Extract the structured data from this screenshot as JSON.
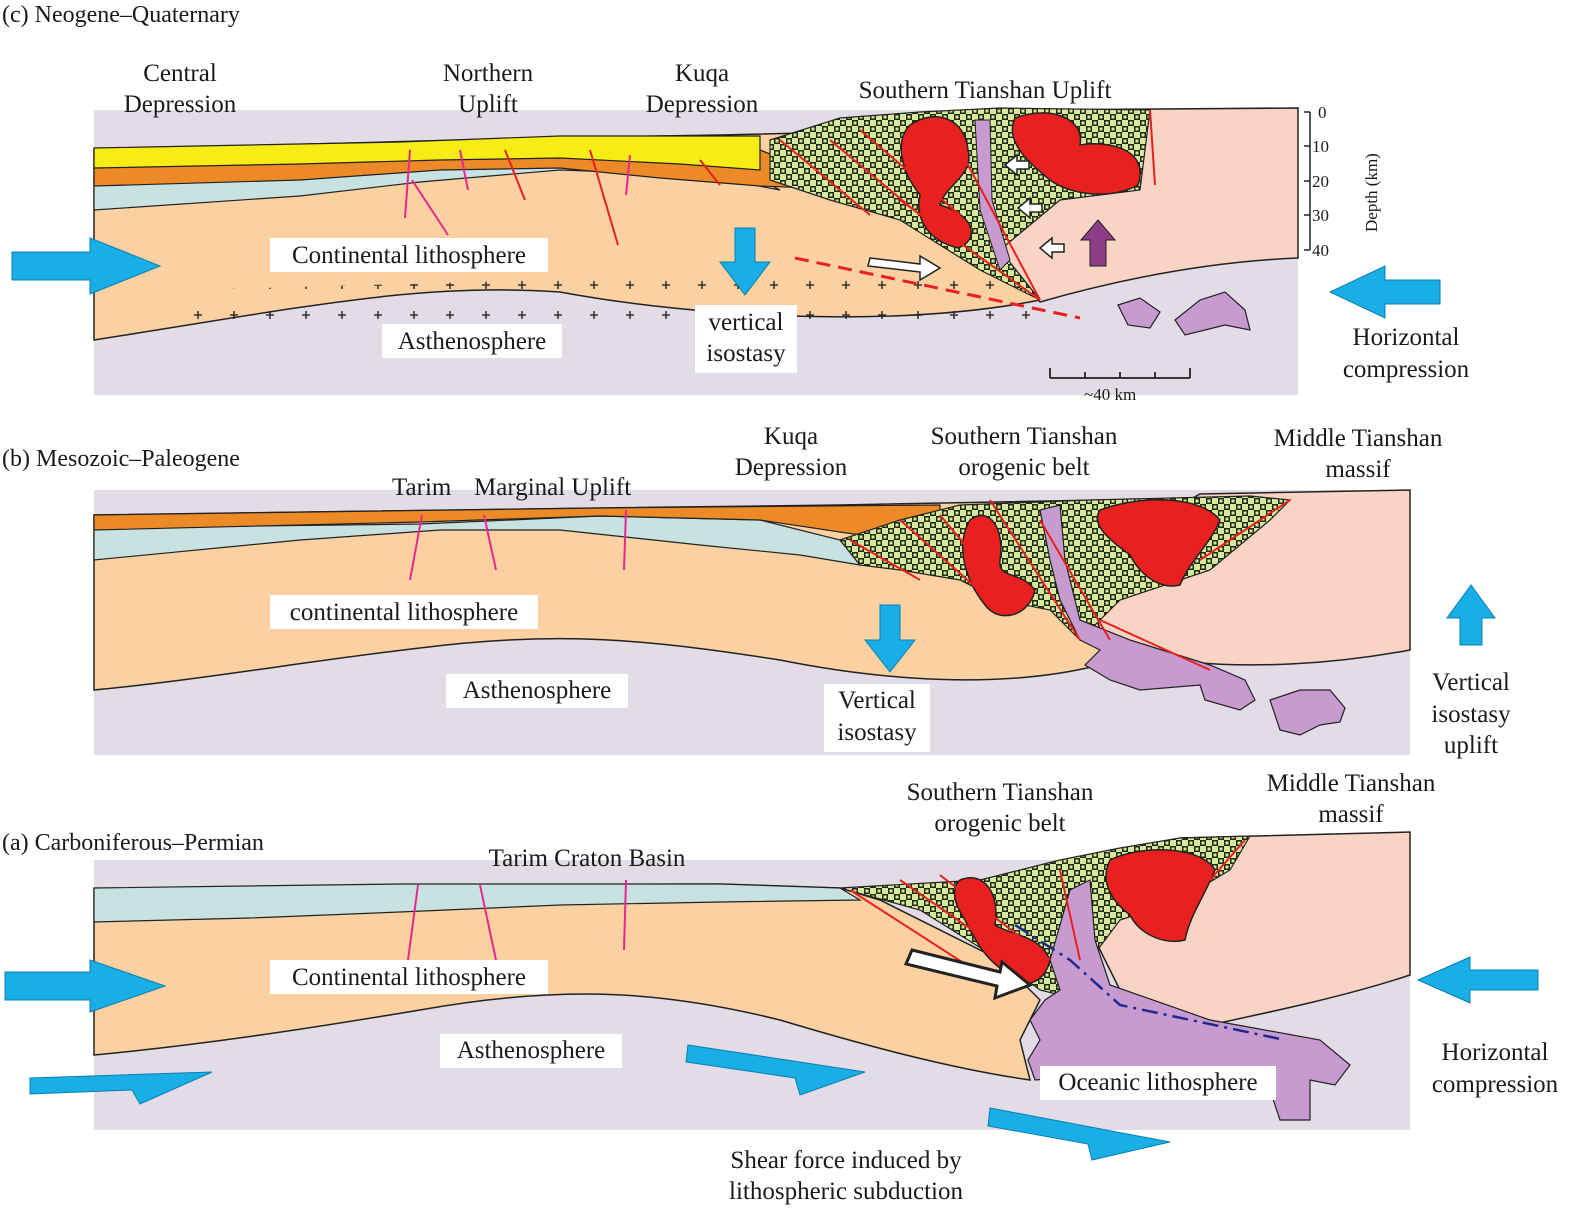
{
  "colors": {
    "sediment_yellow": "#f7ec16",
    "sediment_orange": "#ec8a28",
    "sediment_blue": "#c8e2e2",
    "continental_lithosphere": "#fbd1a2",
    "middle_tianshan_massif": "#f9d3c4",
    "asthenosphere": "#e2dce6",
    "orogen_green": "#d6e89c",
    "granite_red": "#e8201f",
    "oceanic_purple": "#c79ad0",
    "arrow_blue": "#1aaee6",
    "uplift_arrow_purple": "#8d3e86",
    "fault_red": "#e8201f",
    "fault_magenta": "#e8278f"
  },
  "panel_c": {
    "title": "(c) Neogene–Quaternary",
    "label_central_1": "Central",
    "label_central_2": "Depression",
    "label_northern_1": "Northern",
    "label_northern_2": "Uplift",
    "label_kuqa_1": "Kuqa",
    "label_kuqa_2": "Depression",
    "label_southern": "Southern Tianshan Uplift",
    "label_continental": "Continental lithosphere",
    "label_astheno": "Asthenosphere",
    "label_vertical_1": "vertical",
    "label_vertical_2": "isostasy",
    "label_horizontal_1": "Horizontal",
    "label_horizontal_2": "compression",
    "scale_label": "~40 km",
    "depth_axis_title": "Depth (km)",
    "depth_ticks": [
      "0",
      "10",
      "20",
      "30",
      "40"
    ]
  },
  "panel_b": {
    "title": "(b) Mesozoic–Paleogene",
    "label_tarim": "Tarim",
    "label_marginal": "Marginal Uplift",
    "label_kuqa_1": "Kuqa",
    "label_kuqa_2": "Depression",
    "label_southern_1": "Southern Tianshan",
    "label_southern_2": "orogenic belt",
    "label_middle_1": "Middle Tianshan",
    "label_middle_2": "massif",
    "label_continental": "continental lithosphere",
    "label_astheno": "Asthenosphere",
    "label_vertical_1": "Vertical",
    "label_vertical_2": "isostasy",
    "label_uplift_1": "Vertical",
    "label_uplift_2": "isostasy",
    "label_uplift_3": "uplift"
  },
  "panel_a": {
    "title": "(a) Carboniferous–Permian",
    "label_craton": "Tarim Craton Basin",
    "label_southern_1": "Southern Tianshan",
    "label_southern_2": "orogenic belt",
    "label_middle_1": "Middle Tianshan",
    "label_middle_2": "massif",
    "label_continental": "Continental lithosphere",
    "label_astheno": "Asthenosphere",
    "label_oceanic": "Oceanic lithosphere",
    "label_horizontal_1": "Horizontal",
    "label_horizontal_2": "compression",
    "label_shear_1": "Shear force induced by",
    "label_shear_2": "lithospheric subduction"
  }
}
